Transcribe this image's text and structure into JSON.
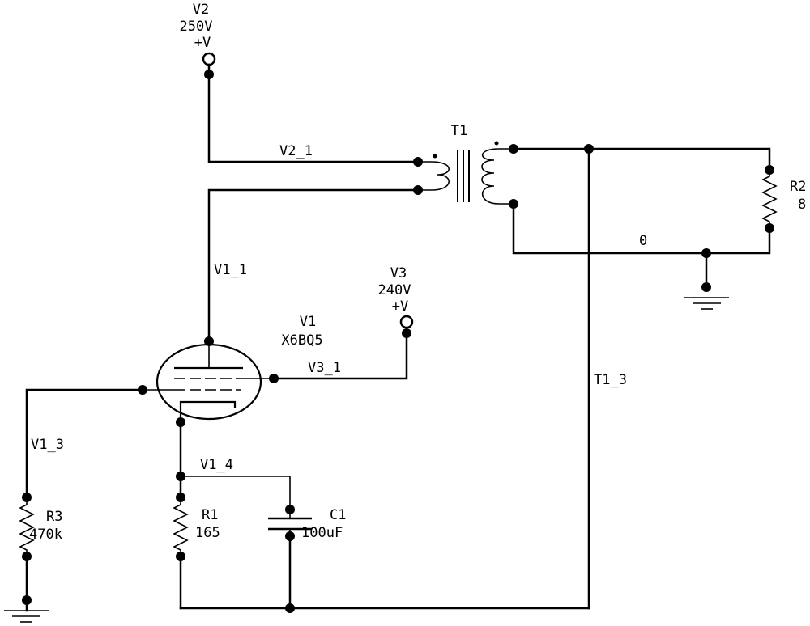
{
  "components": {
    "v2": {
      "name": "V2",
      "value": "250V",
      "symbol": "+V"
    },
    "v3": {
      "name": "V3",
      "value": "240V",
      "symbol": "+V"
    },
    "t1": {
      "name": "T1"
    },
    "r2": {
      "name": "R2",
      "value": "8"
    },
    "v1": {
      "name": "V1",
      "value": "X6BQ5"
    },
    "r1": {
      "name": "R1",
      "value": "165"
    },
    "r3": {
      "name": "R3",
      "value": "470k"
    },
    "c1": {
      "name": "C1",
      "value": "100uF"
    }
  },
  "nets": {
    "v2_1": "V2_1",
    "v1_1": "V1_1",
    "v3_1": "V3_1",
    "t1_3": "T1_3",
    "v1_3": "V1_3",
    "v1_4": "V1_4",
    "zero": "0"
  }
}
